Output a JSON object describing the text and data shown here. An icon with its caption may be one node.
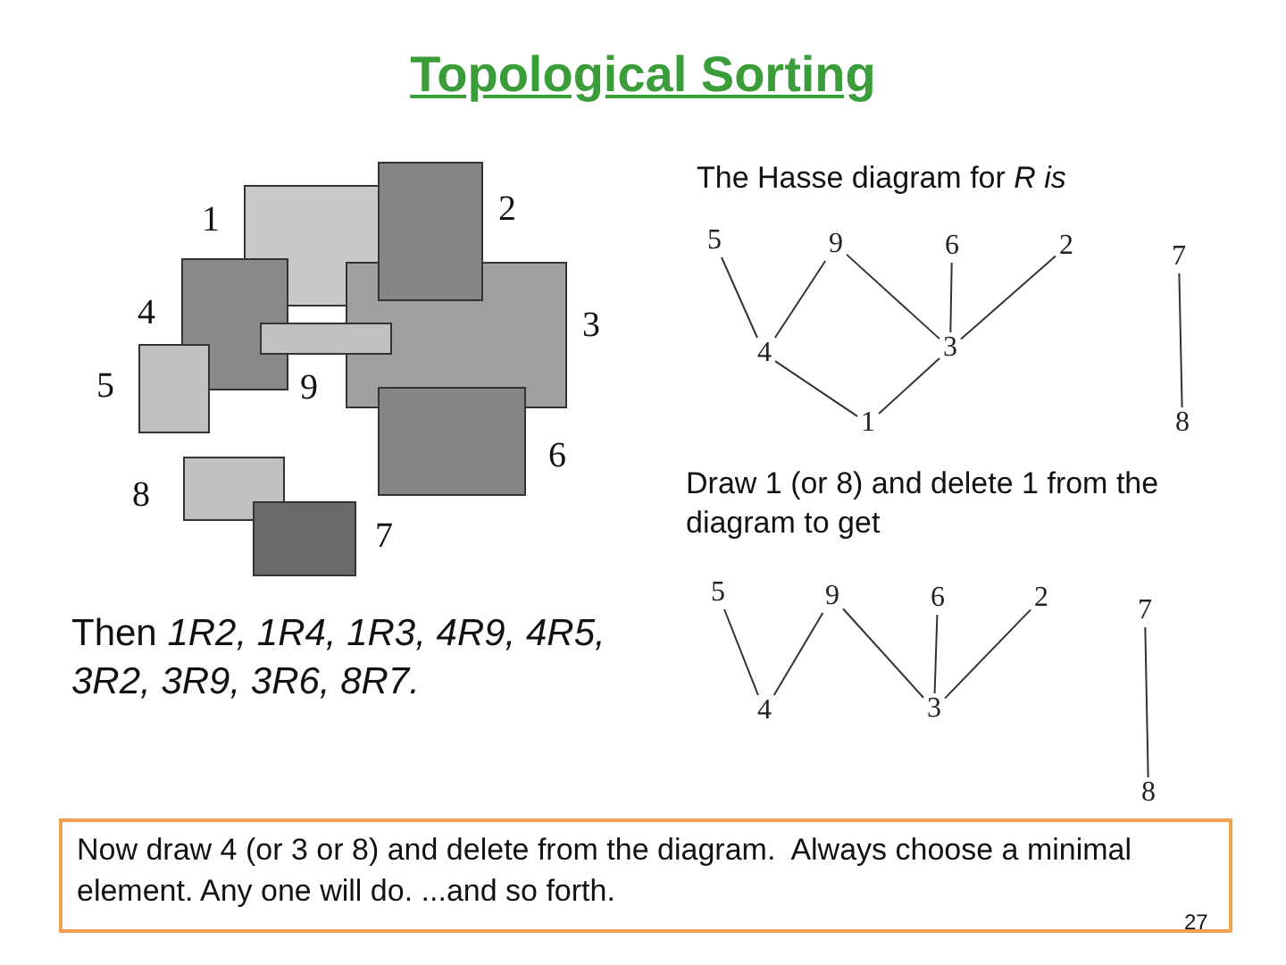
{
  "diagram": {
    "title": "Topological Sorting",
    "nodes": [
      {
        "text": [
          "5"
        ]
      },
      {
        "text": [
          "9"
        ]
      },
      {
        "text": [
          "6"
        ]
      },
      {
        "text": [
          "2"
        ]
      },
      {
        "text": [
          "7"
        ]
      },
      {
        "text": [
          "4"
        ]
      },
      {
        "text": [
          "3"
        ]
      },
      {
        "text": [
          "1"
        ]
      },
      {
        "text": [
          "8"
        ]
      },
      {
        "text": [
          "5"
        ]
      },
      {
        "text": [
          "9"
        ]
      },
      {
        "text": [
          "6"
        ]
      },
      {
        "text": [
          "2"
        ]
      },
      {
        "text": [
          "7"
        ]
      },
      {
        "text": [
          "4"
        ]
      },
      {
        "text": [
          "3"
        ]
      },
      {
        "text": [
          "8"
        ]
      },
      {
        "text": [
          "Now draw 4 (or 3 or 8) and delete from the diagram.  Always choose a minimal element. Any one will do. ...and so forth."
        ]
      }
    ],
    "edges": [
      {
        "from": 0,
        "to": 5,
        "arrow": "none"
      },
      {
        "from": 1,
        "to": 5,
        "arrow": "none"
      },
      {
        "from": 1,
        "to": 6,
        "arrow": "none"
      },
      {
        "from": 2,
        "to": 6,
        "arrow": "none"
      },
      {
        "from": 3,
        "to": 6,
        "arrow": "none"
      },
      {
        "from": 5,
        "to": 7,
        "arrow": "none"
      },
      {
        "from": 6,
        "to": 7,
        "arrow": "none"
      },
      {
        "from": 4,
        "to": 8,
        "arrow": "none"
      },
      {
        "from": 9,
        "to": 14,
        "arrow": "none"
      },
      {
        "from": 10,
        "to": 14,
        "arrow": "none"
      },
      {
        "from": 10,
        "to": 15,
        "arrow": "none"
      },
      {
        "from": 11,
        "to": 15,
        "arrow": "none"
      },
      {
        "from": 12,
        "to": 15,
        "arrow": "none"
      },
      {
        "from": 13,
        "to": 16,
        "arrow": "none"
      }
    ],
    "labels": [
      "The Hasse diagram for *R is*",
      "2",
      "1",
      "4",
      "3",
      "5",
      "9",
      "6",
      "8",
      "Draw 1 (or 8) and delete 1 from the diagram to get",
      "7",
      "Then *1R2, 1R4, 1R3, 4R9, 4R5, 3R2, 3R9, 3R6, 8R7.*",
      "27"
    ]
  }
}
